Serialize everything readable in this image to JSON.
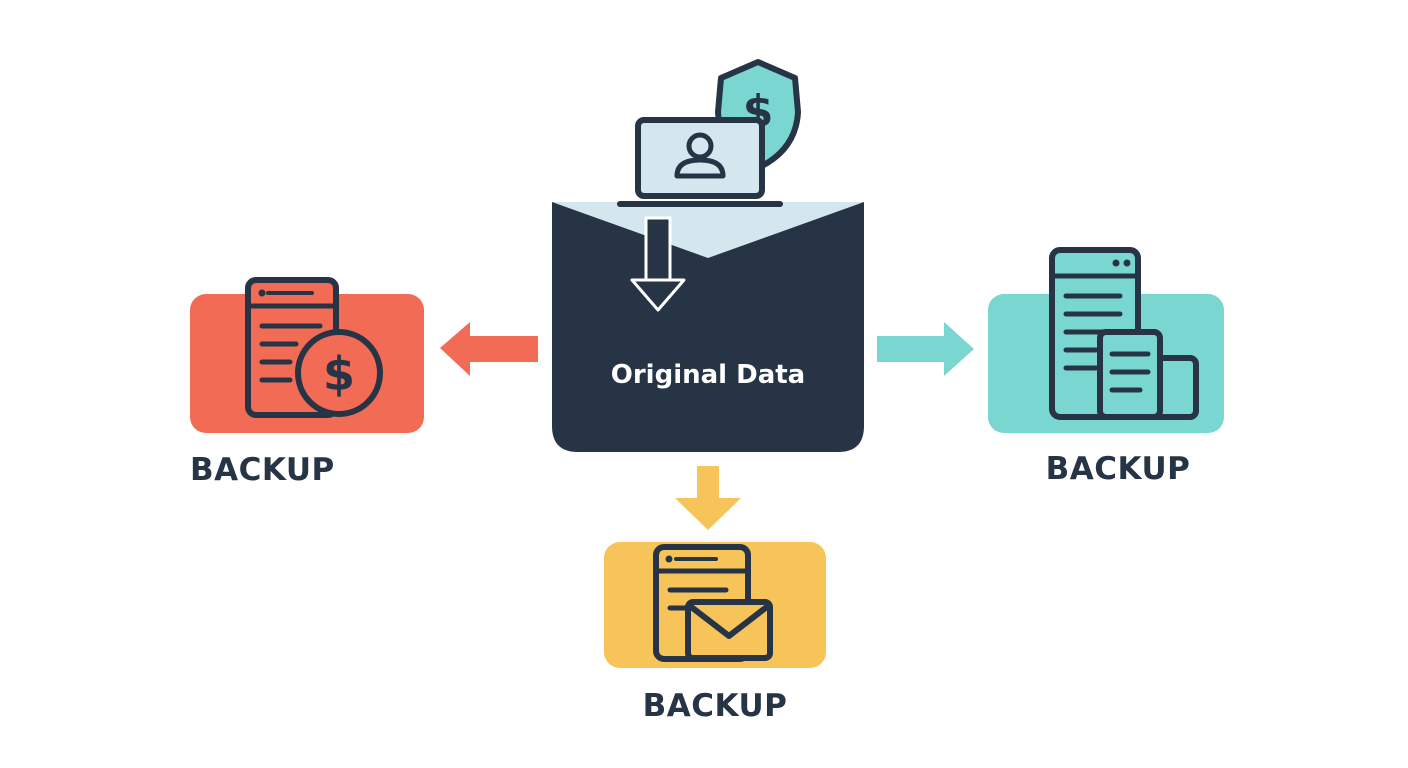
{
  "colors": {
    "dark": "#263445",
    "red": "#F26B55",
    "teal": "#79D6D0",
    "yellow": "#F7C45A",
    "light_blue": "#D4E7EE",
    "white": "#FFFFFF"
  },
  "center": {
    "title": "Original Data",
    "icons": [
      "laptop-user-icon",
      "shield-dollar-icon",
      "download-arrow-icon"
    ]
  },
  "backups": [
    {
      "id": "left",
      "label": "BACKUP",
      "color": "#F26B55",
      "icons": [
        "document-icon",
        "dollar-coin-icon"
      ],
      "arrow": "left"
    },
    {
      "id": "right",
      "label": "BACKUP",
      "color": "#79D6D0",
      "icons": [
        "server-document-icon",
        "tablet-icon"
      ],
      "arrow": "right"
    },
    {
      "id": "bottom",
      "label": "BACKUP",
      "color": "#F7C45A",
      "icons": [
        "document-icon",
        "envelope-icon"
      ],
      "arrow": "down"
    }
  ]
}
